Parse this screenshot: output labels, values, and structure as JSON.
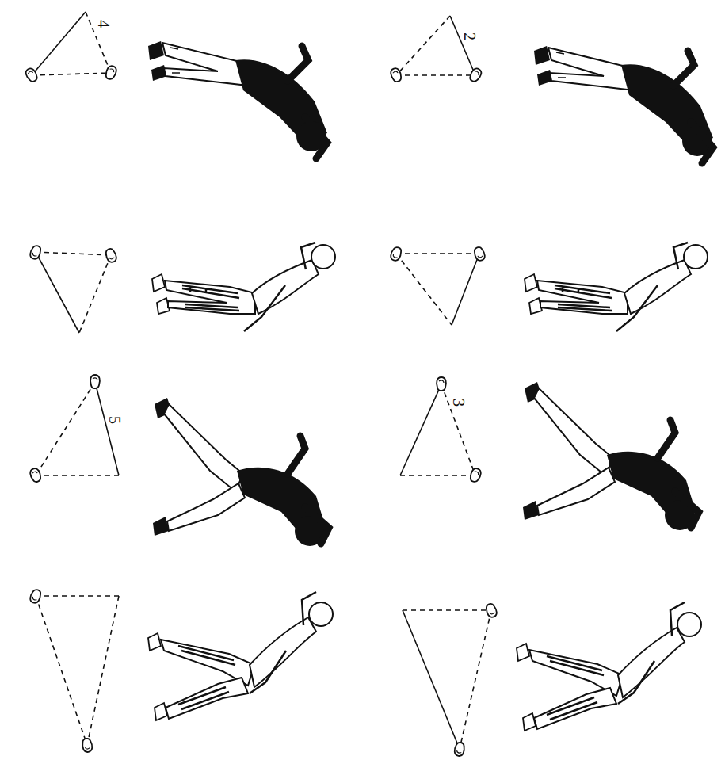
{
  "diagram": {
    "labels": [
      "4",
      "2",
      "5",
      "3"
    ]
  }
}
